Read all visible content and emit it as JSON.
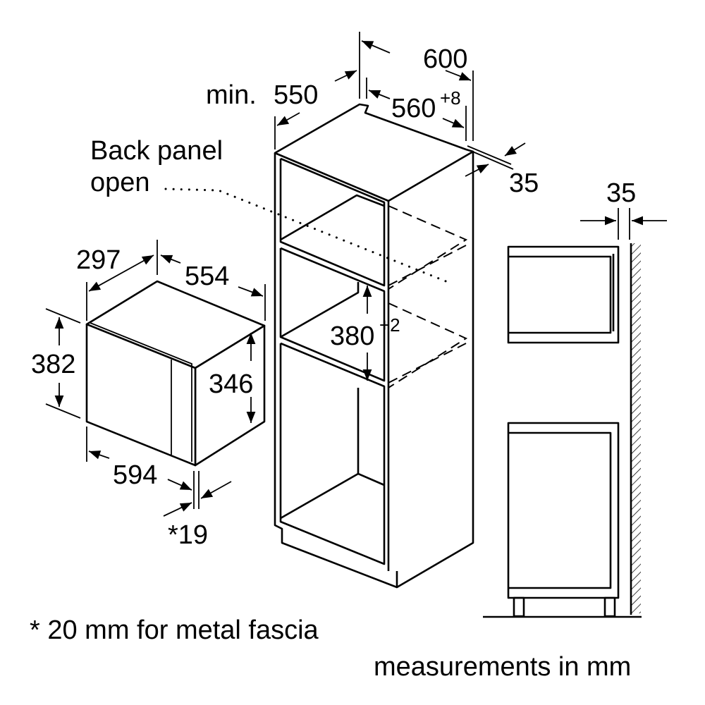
{
  "labels": {
    "width_600": "600",
    "min_prefix": "min.",
    "depth_550": "550",
    "niche_560": "560",
    "niche_560_tol": "+8",
    "offset_35_top": "35",
    "offset_35_side": "35",
    "back_panel_line1": "Back panel",
    "back_panel_line2": "open",
    "mw_depth_297": "297",
    "mw_width_554": "554",
    "mw_height_382": "382",
    "mw_body_height_346": "346",
    "mw_front_width_594": "594",
    "mw_door_19": "*19",
    "niche_height_380": "380",
    "niche_height_tol": "+2"
  },
  "footnote": "* 20 mm for metal fascia",
  "units_note": "measurements in mm"
}
